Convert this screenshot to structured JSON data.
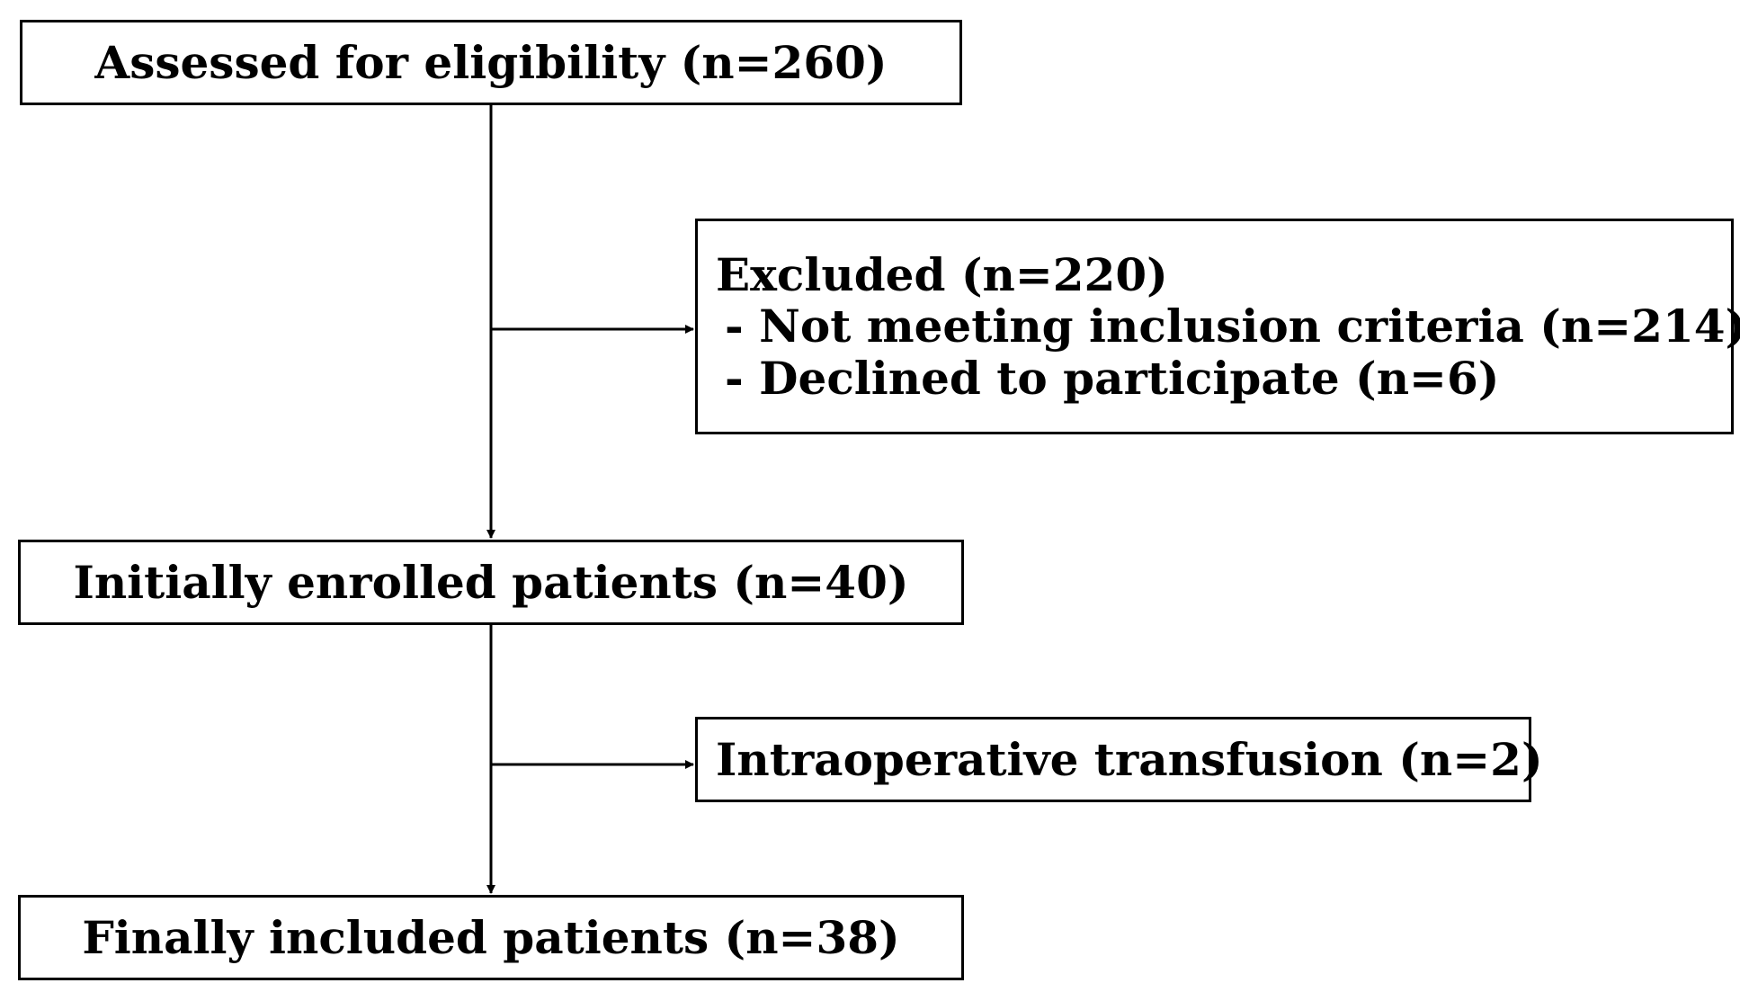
{
  "flowchart": {
    "assessed": "Assessed for eligibility (n=260)",
    "excluded": {
      "title": "Excluded (n=220)",
      "reasons": [
        "- Not meeting inclusion criteria (n=214)",
        "- Declined to participate (n=6)"
      ]
    },
    "enrolled": "Initially enrolled patients (n=40)",
    "transfusion": "Intraoperative transfusion (n=2)",
    "final": "Finally included patients (n=38)"
  }
}
